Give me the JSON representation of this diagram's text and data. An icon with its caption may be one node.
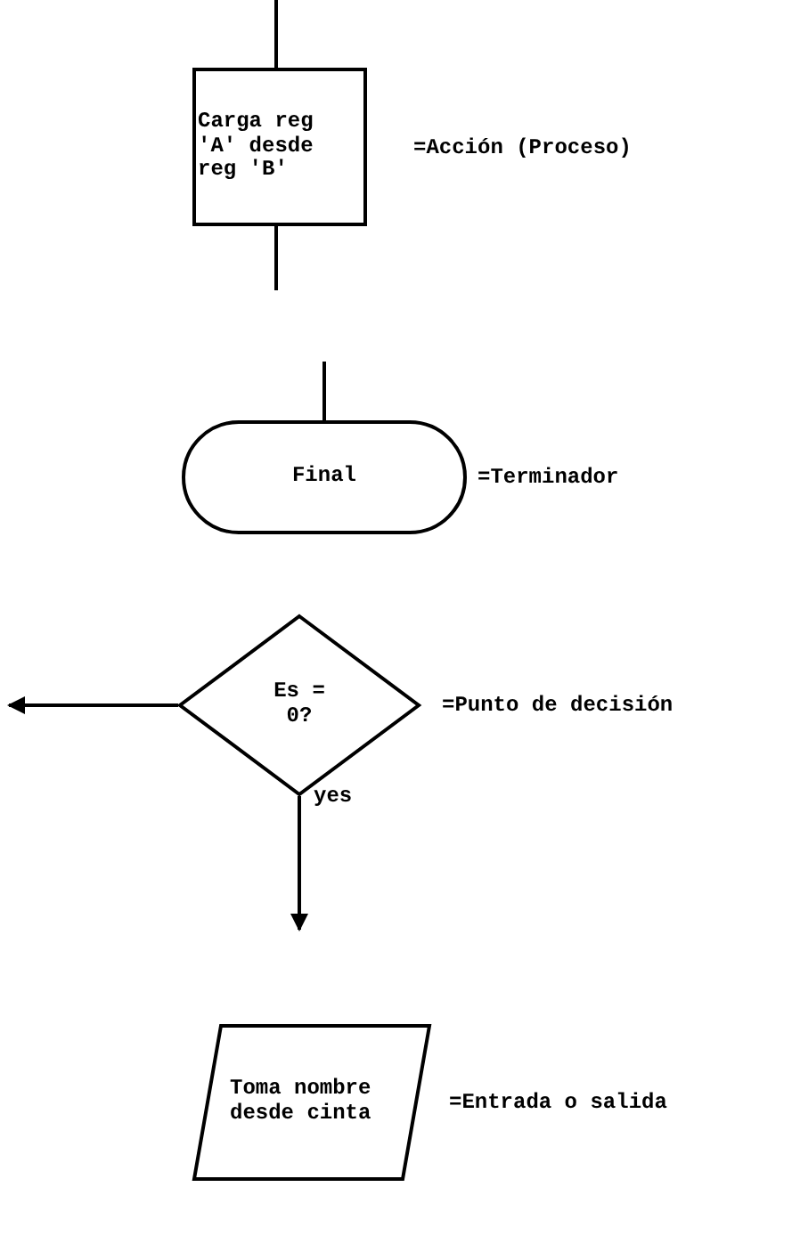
{
  "diagram": {
    "nodes": [
      {
        "text": [
          "Carga reg 'A' desde reg 'B'"
        ],
        "beside": [
          "=Acción (Proceso)"
        ]
      },
      {
        "text": [
          "Final"
        ],
        "beside": [
          "=Terminador"
        ]
      },
      {
        "text": [
          "Es = 0?"
        ],
        "beside": [
          "=Punto de decisión"
        ]
      },
      {
        "text": [
          "Toma nombre desde cinta"
        ],
        "beside": [
          "=Entrada o salida"
        ]
      }
    ],
    "edges": [
      {
        "from": null,
        "to": 0,
        "arrow": "none"
      },
      {
        "from": 0,
        "to": null,
        "arrow": "none"
      },
      {
        "from": null,
        "to": 1,
        "arrow": "none"
      },
      {
        "from": 2,
        "to": null,
        "arrow": "to"
      },
      {
        "from": 2,
        "to": null,
        "arrow": "to",
        "label": "yes"
      }
    ]
  }
}
